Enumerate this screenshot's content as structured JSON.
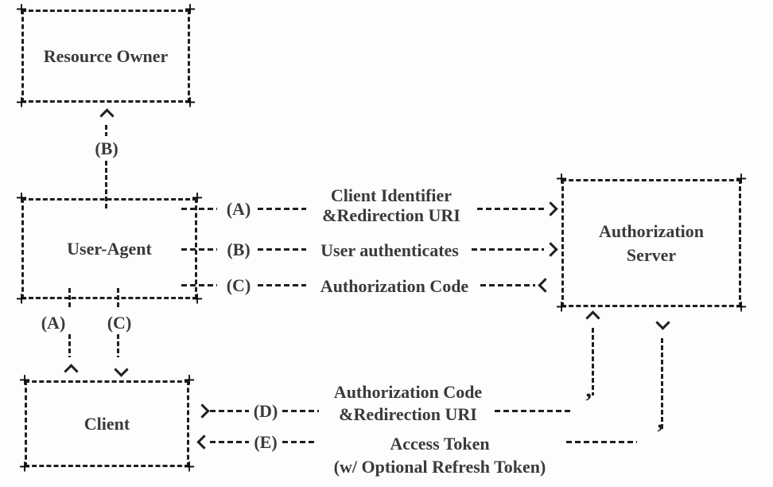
{
  "palette": {
    "background": "#fdfdfd",
    "line": "#1f1f1f",
    "text": "#3a3a3a"
  },
  "glyphs": {
    "plus": "+",
    "corner_tick": "’"
  },
  "icons": {
    "up": "chevron-up-icon",
    "down": "chevron-down-icon",
    "left": "chevron-left-icon",
    "right": "chevron-right-icon"
  },
  "boxes": {
    "resource_owner": "Resource Owner",
    "user_agent": "User-Agent",
    "auth_server_line1": "Authorization",
    "auth_server_line2": "Server",
    "client": "Client"
  },
  "flows": {
    "b_vertical": "(B)",
    "a_column": "(A)",
    "c_column": "(C)",
    "a": {
      "label": "(A)",
      "text1": "Client Identifier",
      "text2": "&Redirection URI"
    },
    "b": {
      "label": "(B)",
      "text1": "User authenticates"
    },
    "c": {
      "label": "(C)",
      "text1": "Authorization Code"
    },
    "d": {
      "label": "(D)",
      "text1": "Authorization Code",
      "text2": "&Redirection URI"
    },
    "e": {
      "label": "(E)",
      "text1": "Access Token",
      "text2": "(w/ Optional Refresh Token)"
    }
  }
}
